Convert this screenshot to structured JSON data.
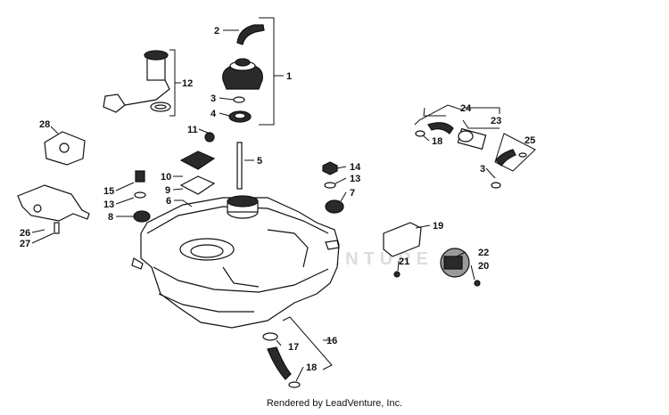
{
  "footer": {
    "credit": "Rendered by LeadVenture, Inc."
  },
  "watermark": {
    "text": "LEADVENTURE"
  },
  "callouts": {
    "c1": "1",
    "c2": "2",
    "c3a": "3",
    "c3b": "3",
    "c4": "4",
    "c5": "5",
    "c6": "6",
    "c7": "7",
    "c8": "8",
    "c9": "9",
    "c10": "10",
    "c11": "11",
    "c12": "12",
    "c13a": "13",
    "c13b": "13",
    "c14": "14",
    "c15": "15",
    "c16": "16",
    "c17": "17",
    "c18a": "18",
    "c18b": "18",
    "c19": "19",
    "c20": "20",
    "c21": "21",
    "c22": "22",
    "c23": "23",
    "c24": "24",
    "c25": "25",
    "c26": "26",
    "c27": "27",
    "c28": "28"
  },
  "colors": {
    "line": "#111111",
    "watermark": "#dddddd",
    "background": "#ffffff"
  }
}
